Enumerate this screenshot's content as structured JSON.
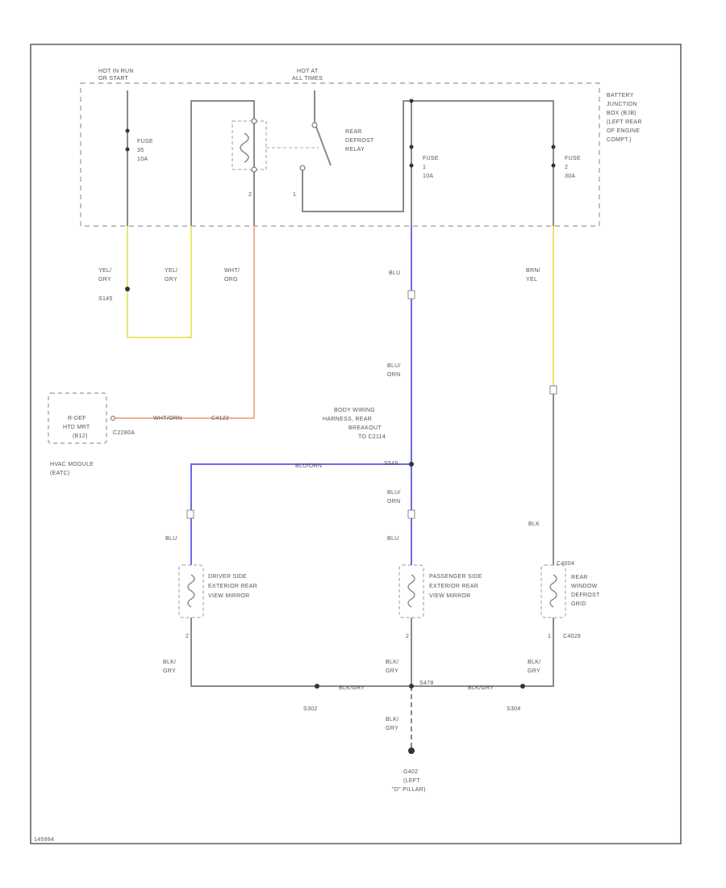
{
  "colors": {
    "wire": "#8a8a8a",
    "blue": "#6a6ae8",
    "yellow": "#e8e86a",
    "orange": "#f2a070",
    "ltyellow": "#f0e070"
  },
  "labels": {
    "hot_run": [
      "HOT IN RUN",
      "OR START"
    ],
    "hot_all": [
      "HOT AT",
      "ALL TIMES"
    ],
    "battery_box": [
      "BATTERY",
      "JUNCTION",
      "BOX (BJB)",
      "(LEFT REAR",
      "OF ENGINE",
      "COMPT.)"
    ],
    "fuse_a": [
      "FUSE",
      "35",
      "10A"
    ],
    "relay": [
      "REAR",
      "DEFROST",
      "RELAY"
    ],
    "fuse_b": [
      "FUSE",
      "1",
      "10A"
    ],
    "fuse_c": [
      "FUSE",
      "2",
      "30A"
    ],
    "pin_2": "2",
    "pin_1": "1",
    "w_yelgry_1": [
      "YEL/",
      "GRY"
    ],
    "w_yelgry_2": [
      "YEL/",
      "GRY"
    ],
    "w_wht_org": [
      "WHT/",
      "ORG"
    ],
    "w_blu_1": "BLU",
    "w_brn_yel": [
      "BRN/",
      "YEL"
    ],
    "splice_1": "S145",
    "w_blu_orn": [
      "BLU/",
      "ORN"
    ],
    "breakout": [
      "BODY WIRING",
      "HARNESS, REAR",
      "BREAKOUT",
      "TO C2114"
    ],
    "breakout_id": "S548",
    "module": [
      "R-DEF",
      "HTD MRT",
      "(B12)"
    ],
    "module_conn": "C2280A",
    "module_wire": "WHT/ORN",
    "module_wire_id": "C4122",
    "module_name": [
      "HVAC MODULE",
      "(EATC)"
    ],
    "w_blu_orn_h": "BLU/ORN",
    "w_blu_orn_2": [
      "BLU/",
      "ORN"
    ],
    "w_blu_l": "BLU",
    "w_blu_m": "BLU",
    "w_blk_r": "BLK",
    "driver": [
      "DRIVER SIDE",
      "EXTERIOR REAR",
      "VIEW MIRROR"
    ],
    "passenger": [
      "PASSENGER SIDE",
      "EXTERIOR REAR",
      "VIEW MIRROR"
    ],
    "rear_grid": [
      "REAR",
      "WINDOW",
      "DEFROST",
      "GRID"
    ],
    "rear_grid_conn": "C4004",
    "pin_2_l": "2",
    "pin_2_m": "2",
    "pin_1_r": "1",
    "c_rr": "C4028",
    "g_bl": [
      "BLK/",
      "GRY"
    ],
    "g_bm": [
      "BLK/",
      "GRY"
    ],
    "g_br": [
      "BLK/",
      "GRY"
    ],
    "g_h1": "BLK/GRY",
    "g_h2": "BLK/GRY",
    "s_l": "S302",
    "s_m": "S478",
    "s_r": "S304",
    "g_v": [
      "BLK/",
      "GRY"
    ],
    "ground": [
      "G402",
      "(LEFT",
      "\"D\" PILLAR)"
    ],
    "fig_id": "145994"
  }
}
